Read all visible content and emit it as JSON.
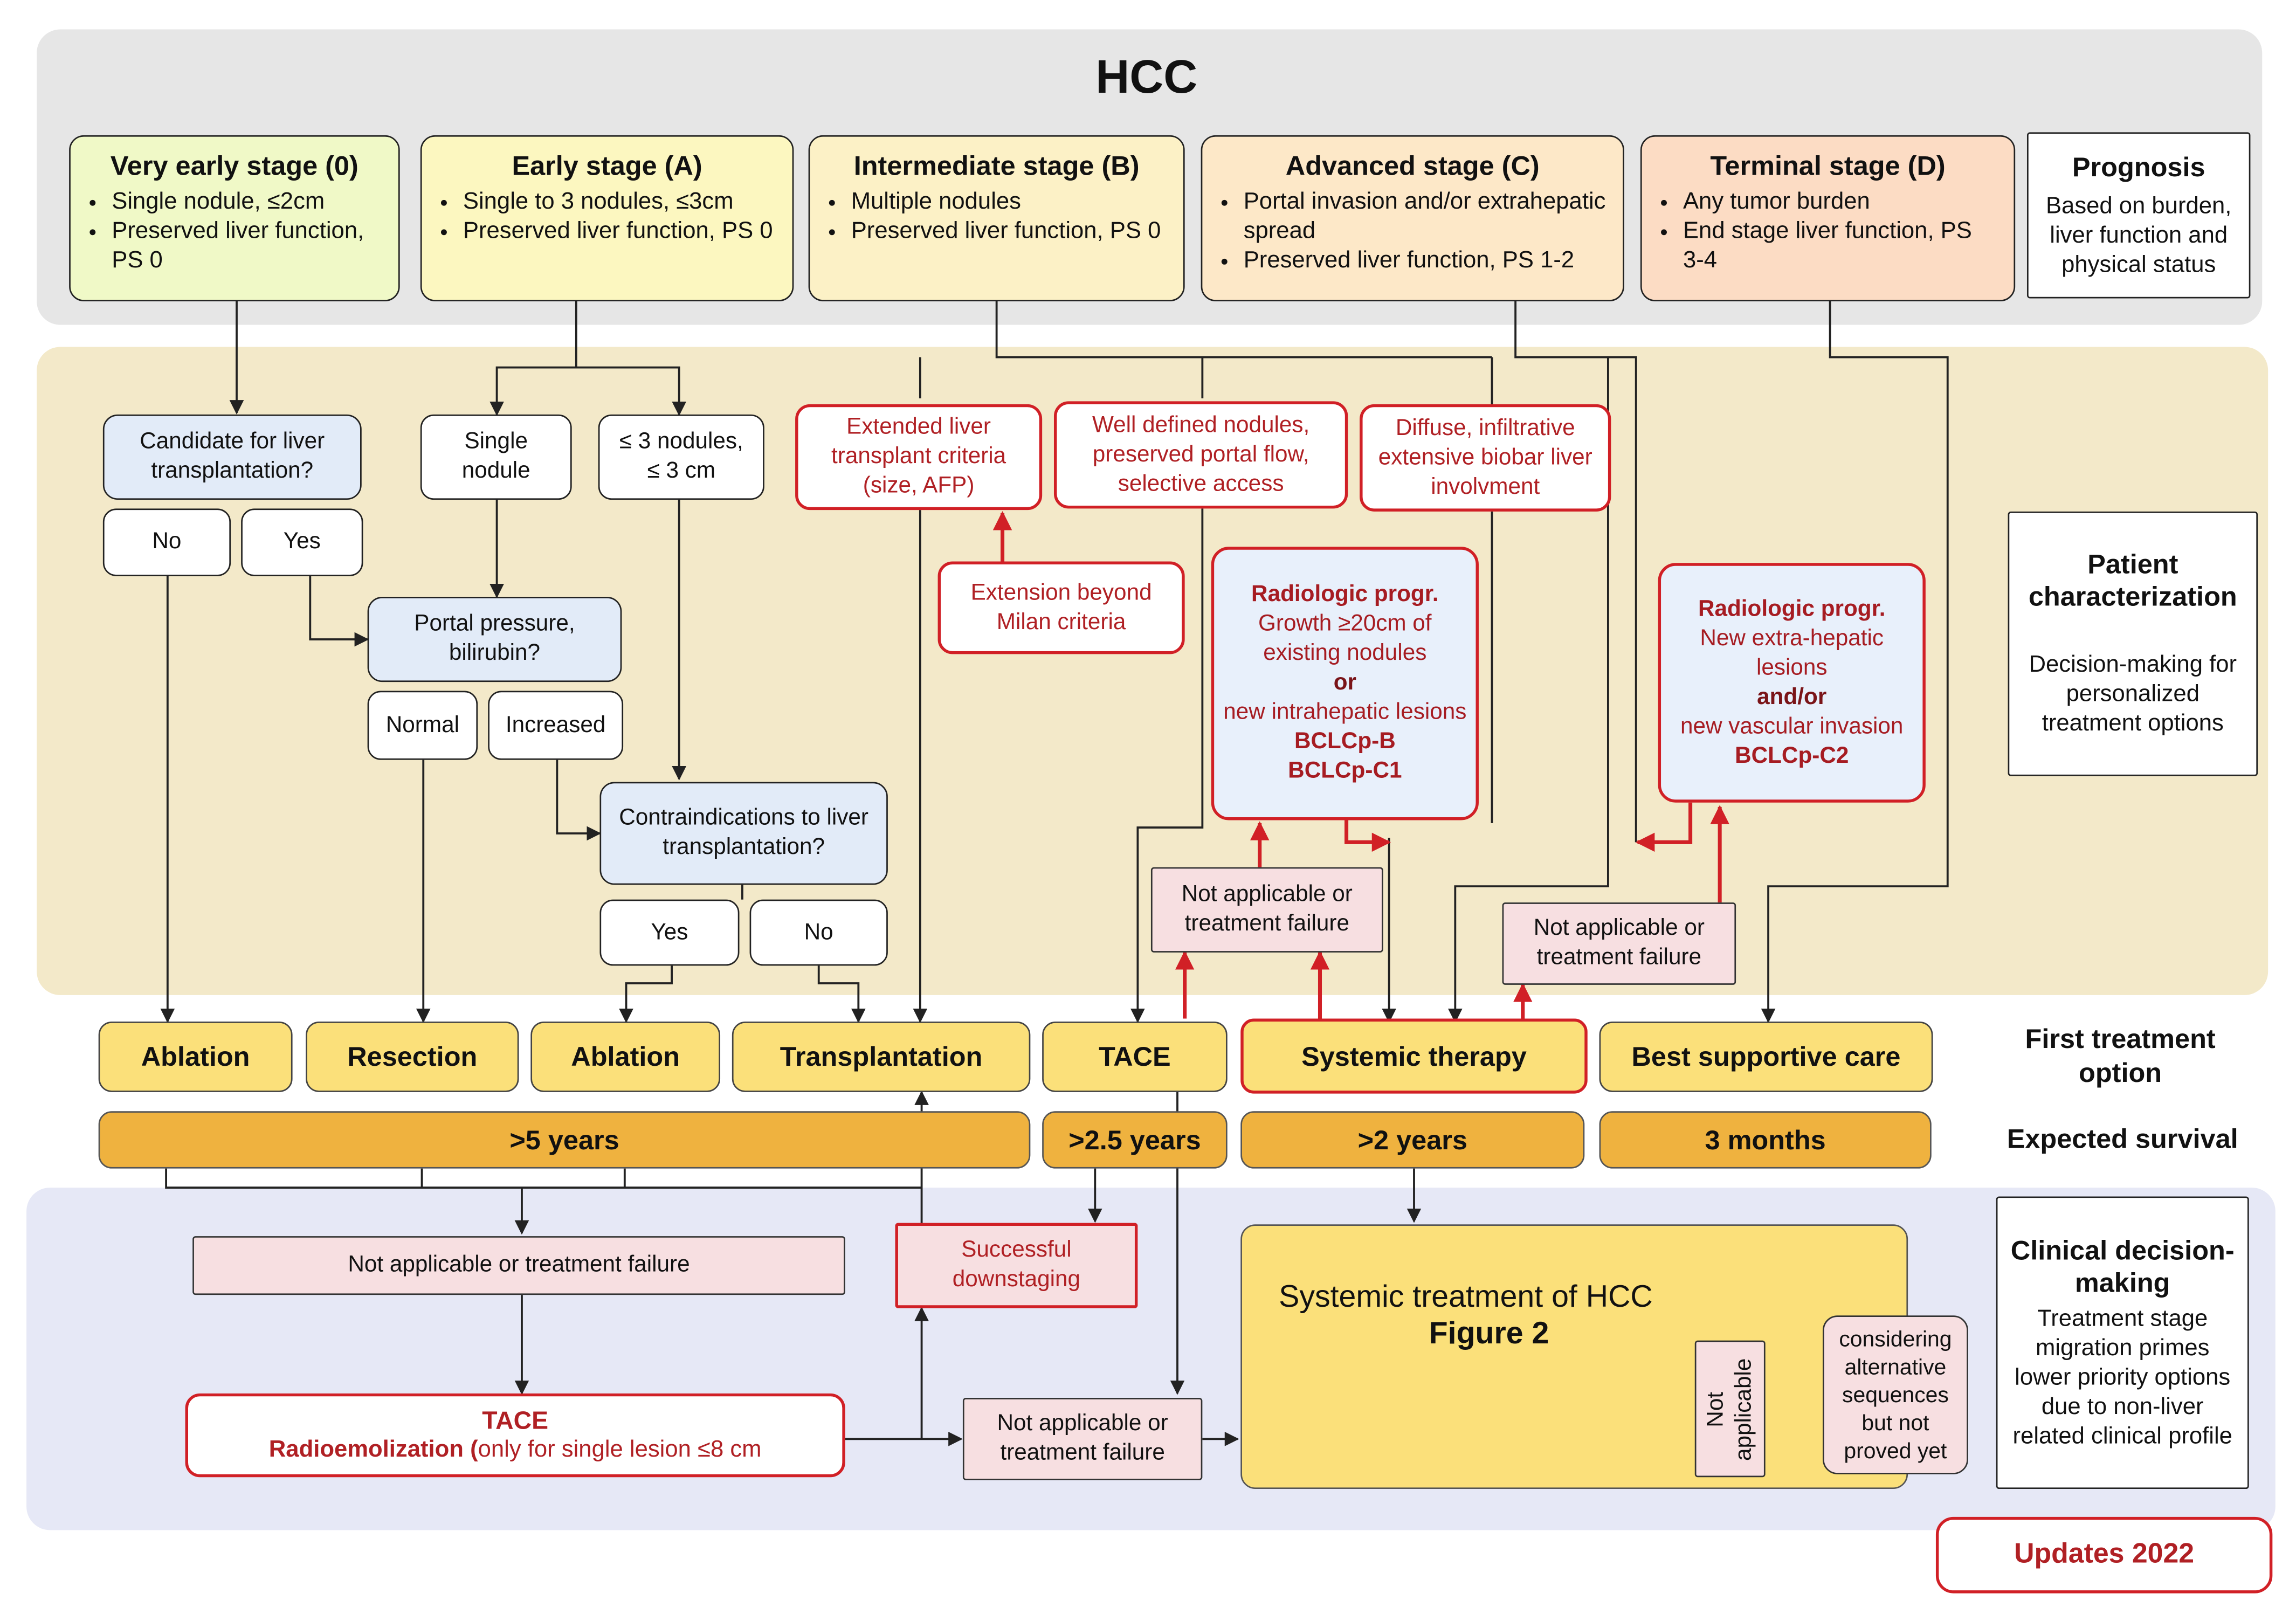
{
  "title": "HCC",
  "stages": [
    {
      "title": "Very early stage (0)",
      "bullets": [
        "Single nodule, ≤2cm",
        "Preserved liver function, PS 0"
      ]
    },
    {
      "title": "Early stage (A)",
      "bullets": [
        "Single to 3  nodules, ≤3cm",
        "Preserved liver function, PS 0"
      ]
    },
    {
      "title": "Intermediate stage (B)",
      "bullets": [
        "Multiple nodules",
        "Preserved liver function, PS 0"
      ]
    },
    {
      "title": "Advanced stage (C)",
      "bullets": [
        "Portal invasion and/or extrahepatic spread",
        "Preserved liver function, PS 1-2"
      ]
    },
    {
      "title": "Terminal stage (D)",
      "bullets": [
        "Any tumor burden",
        "End stage liver function, PS 3-4"
      ]
    }
  ],
  "prognosis": {
    "title": "Prognosis",
    "text": "Based on burden, liver function and physical status"
  },
  "patient_characterization": {
    "title": "Patient characterization",
    "text": "Decision-making for personalized treatment options"
  },
  "first_treatment_label": "First treatment option",
  "expected_survival_label": "Expected survival",
  "clinical_decision": {
    "title": "Clinical decision-making",
    "text": "Treatment stage migration primes lower priority options due to non-liver related clinical profile"
  },
  "updates": "Updates 2022",
  "nodes": {
    "candidate": "Candidate for liver transplantation?",
    "no": "No",
    "yes": "Yes",
    "single_nodule": "Single nodule",
    "three_nodules": "≤ 3 nodules, ≤ 3 cm",
    "portal_pressure": "Portal pressure, bilirubin?",
    "normal": "Normal",
    "increased": "Increased",
    "contraindications": "Contraindications to liver transplantation?",
    "yes2": "Yes",
    "no2": "No",
    "extended_criteria": "Extended liver transplant criteria (size, AFP)",
    "extension_milan": "Extension beyond Milan criteria",
    "well_defined": "Well defined nodules, preserved portal flow, selective access",
    "diffuse": "Diffuse, infiltrative extensive biobar liver involvment",
    "radprog1": {
      "title": "Radiologic progr.",
      "l1": "Growth ≥20cm of existing nodules",
      "or": "or",
      "l2": "new intrahepatic lesions",
      "c1": "BCLCp-B",
      "c2": "BCLCp-C1"
    },
    "radprog2": {
      "title": "Radiologic progr.",
      "l1": "New extra-hepatic lesions",
      "andor": "and/or",
      "l2": "new vascular invasion",
      "c1": "BCLCp-C2"
    },
    "na_tf_1": "Not applicable or treatment failure",
    "na_tf_2": "Not applicable or treatment failure",
    "na_tf_3": "Not applicable or treatment failure",
    "na_tf_4": "Not applicable or treatment failure",
    "successful_downstaging": "Successful downstaging",
    "tace_red": "TACE",
    "radioemb_bold": "Radioemolization (",
    "radioemb_rest": "only for single lesion ≤8 cm",
    "systemic_title": "Systemic treatment of HCC",
    "figure2": "Figure 2",
    "not_applicable": "Not applicable",
    "considering": "considering alternative sequences but not proved yet"
  },
  "treatments": [
    "Ablation",
    "Resection",
    "Ablation",
    "Transplantation",
    "TACE",
    "Systemic therapy",
    "Best supportive care"
  ],
  "survival": [
    ">5 years",
    ">2.5 years",
    ">2 years",
    "3 months"
  ],
  "colors": {
    "top_band": "#e6e6e6",
    "mid_band": "#f3e9c9",
    "bottom_band": "#e6e8f6",
    "accent_red": "#d12026"
  }
}
